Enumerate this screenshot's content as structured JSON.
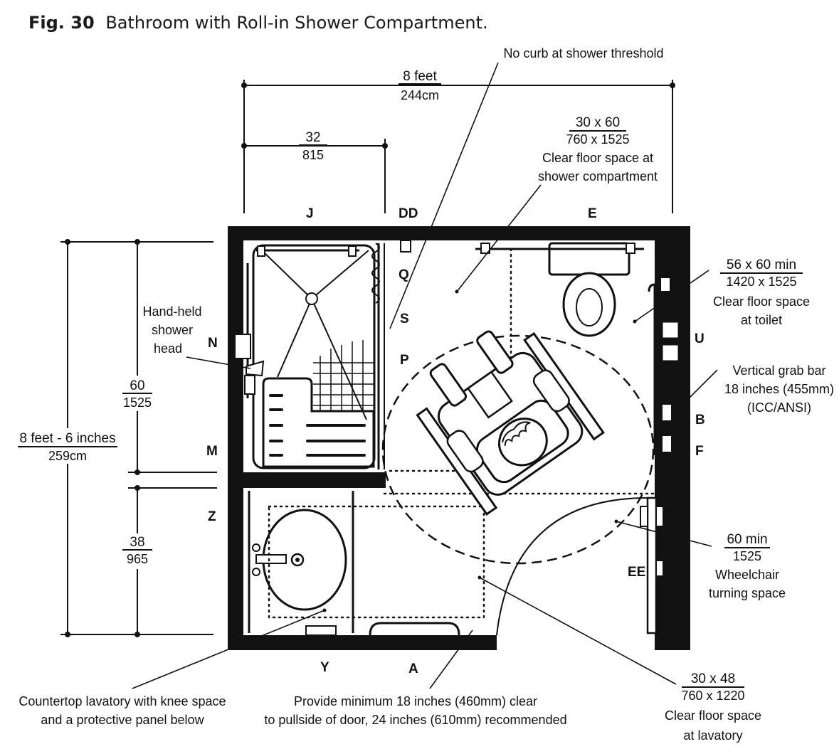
{
  "figure": {
    "number": "Fig. 30",
    "title": "Bathroom with Roll-in Shower Compartment."
  },
  "dimensions": {
    "overall_width": {
      "top": "8 feet",
      "bottom": "244cm"
    },
    "shower_width": {
      "top": "32",
      "bottom": "815"
    },
    "overall_depth": {
      "top": "8 feet - 6 inches",
      "bottom": "259cm"
    },
    "shower_depth": {
      "top": "60",
      "bottom": "1525"
    },
    "lav_depth": {
      "top": "38",
      "bottom": "965"
    }
  },
  "callouts": {
    "no_curb": "No curb at shower threshold",
    "shower_clear": {
      "top": "30 x 60",
      "bottom": "760 x 1525",
      "line1": "Clear floor space at",
      "line2": "shower compartment"
    },
    "toilet_clear": {
      "top": "56 x 60 min",
      "bottom": "1420 x 1525",
      "line1": "Clear floor space",
      "line2": "at toilet"
    },
    "grab_bar": {
      "line1": "Vertical grab bar",
      "line2": "18 inches (455mm)",
      "line3": "(ICC/ANSI)"
    },
    "turning": {
      "top": "60 min",
      "bottom": "1525",
      "line1": "Wheelchair",
      "line2": "turning space"
    },
    "lav_clear": {
      "top": "30 x 48",
      "bottom": "760 x 1220",
      "line1": "Clear floor space",
      "line2": "at lavatory"
    },
    "hand_held": {
      "line1": "Hand-held",
      "line2": "shower",
      "line3": "head"
    },
    "countertop": {
      "line1": "Countertop lavatory with knee space",
      "line2": "and a protective panel below"
    },
    "pullside": {
      "line1": "Provide minimum 18 inches (460mm) clear",
      "line2": "to pullside of door, 24 inches (610mm) recommended"
    }
  },
  "letters": {
    "J": "J",
    "DD": "DD",
    "E": "E",
    "Q": "Q",
    "S": "S",
    "P": "P",
    "N": "N",
    "M": "M",
    "Z": "Z",
    "U": "U",
    "B": "B",
    "F": "F",
    "EE": "EE",
    "Y": "Y",
    "A": "A"
  }
}
